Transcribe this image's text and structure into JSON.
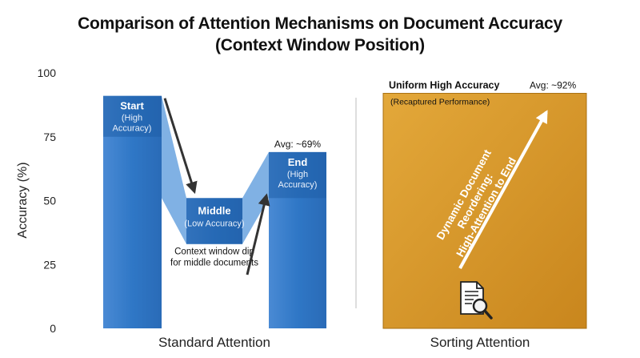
{
  "chart_data": {
    "type": "bar",
    "title": "Comparison of Attention Mechanisms on Document Accuracy",
    "subtitle": "(Context Window Position)",
    "ylabel": "Accuracy (%)",
    "ylim": [
      0,
      100
    ],
    "yticks": [
      0,
      25,
      50,
      75,
      100
    ],
    "grid": false,
    "categories": [
      "Standard Attention",
      "Sorting Attention"
    ],
    "standard_attention": {
      "segments": [
        {
          "key": "start",
          "label": "Start",
          "sublabel": "(High Accuracy)",
          "value": 91
        },
        {
          "key": "middle",
          "label": "Middle",
          "sublabel": "(Low Accuracy)",
          "value": 51
        },
        {
          "key": "end",
          "label": "End",
          "sublabel": "(High Accuracy)",
          "value": 69
        }
      ],
      "avg_label": "Avg: ~69%",
      "annotation": [
        "Context window dip",
        "for middle documents"
      ],
      "colors": {
        "bar": "#2f77c6",
        "bar_light": "#6aa3df",
        "label_bg": "#1f5ea8",
        "arrow": "#333333"
      }
    },
    "sorting_attention": {
      "value": 92,
      "label": "Uniform High Accuracy",
      "sublabel": "(Recaptured Performance)",
      "avg_label": "Avg: ~92%",
      "arrow_text": [
        "Dynamic Document",
        "Reordering:",
        "High-Attention to End"
      ],
      "icon": "document-search-icon",
      "colors": {
        "bar": "#d99a2b",
        "bar_dark": "#b87814"
      }
    }
  }
}
